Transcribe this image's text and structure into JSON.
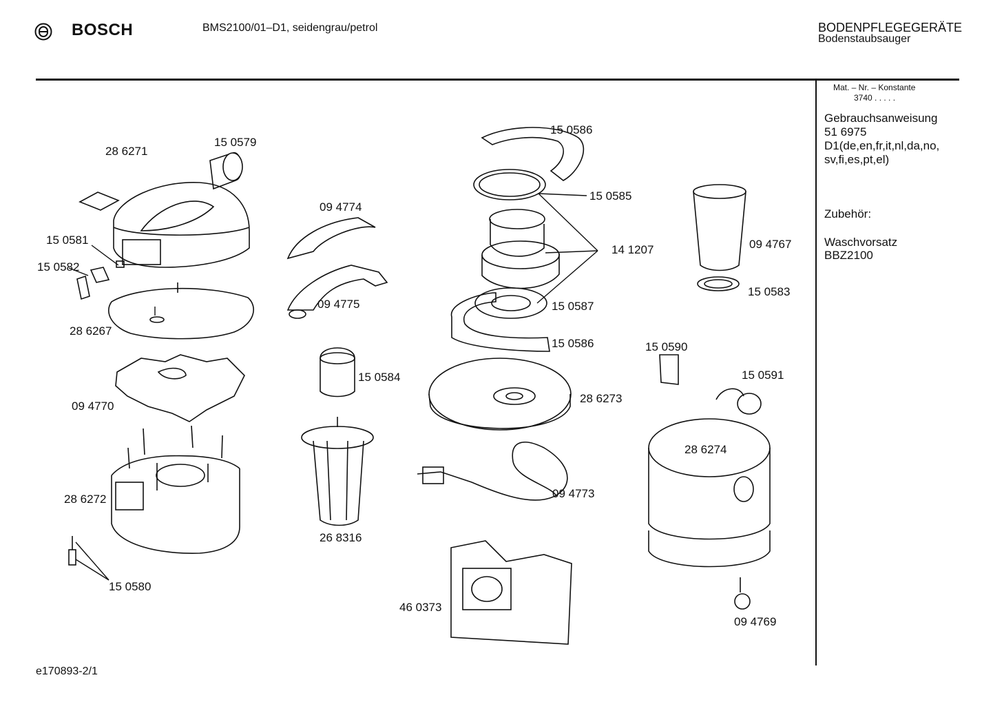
{
  "header": {
    "brand": "BOSCH",
    "model": "BMS2100/01–D1, seidengrau/petrol",
    "category": "BODENPFLEGEGERÄTE",
    "subcategory": "Bodenstaubsauger"
  },
  "sidebar": {
    "mat_label": "Mat. – Nr. – Konstante",
    "mat_value": "3740  .  .  .  .  .",
    "manual_title": "Gebrauchsanweisung",
    "manual_number": "51 6975",
    "manual_languages_1": "D1(de,en,fr,it,nl,da,no,",
    "manual_languages_2": "sv,fi,es,pt,el)",
    "accessories_title": "Zubehör:",
    "accessory_name": "Waschvorsatz",
    "accessory_code": "BBZ2100"
  },
  "parts": {
    "p286271": "28 6271",
    "p150579": "15 0579",
    "p150581": "15 0581",
    "p150582": "15 0582",
    "p286267": "28 6267",
    "p094770": "09 4770",
    "p286272": "28 6272",
    "p150580": "15 0580",
    "p094774": "09 4774",
    "p094775": "09 4775",
    "p150584": "15 0584",
    "p268316": "26 8316",
    "p150586a": "15 0586",
    "p150585": "15 0585",
    "p141207": "14 1207",
    "p150587": "15 0587",
    "p150586b": "15 0586",
    "p286273": "28 6273",
    "p094773": "09 4773",
    "p460373": "46 0373",
    "p094767": "09 4767",
    "p150583": "15 0583",
    "p150590": "15 0590",
    "p150591": "15 0591",
    "p286274": "28 6274",
    "p094769": "09 4769"
  },
  "footer": {
    "drawing_id": "e170893-2/1"
  }
}
